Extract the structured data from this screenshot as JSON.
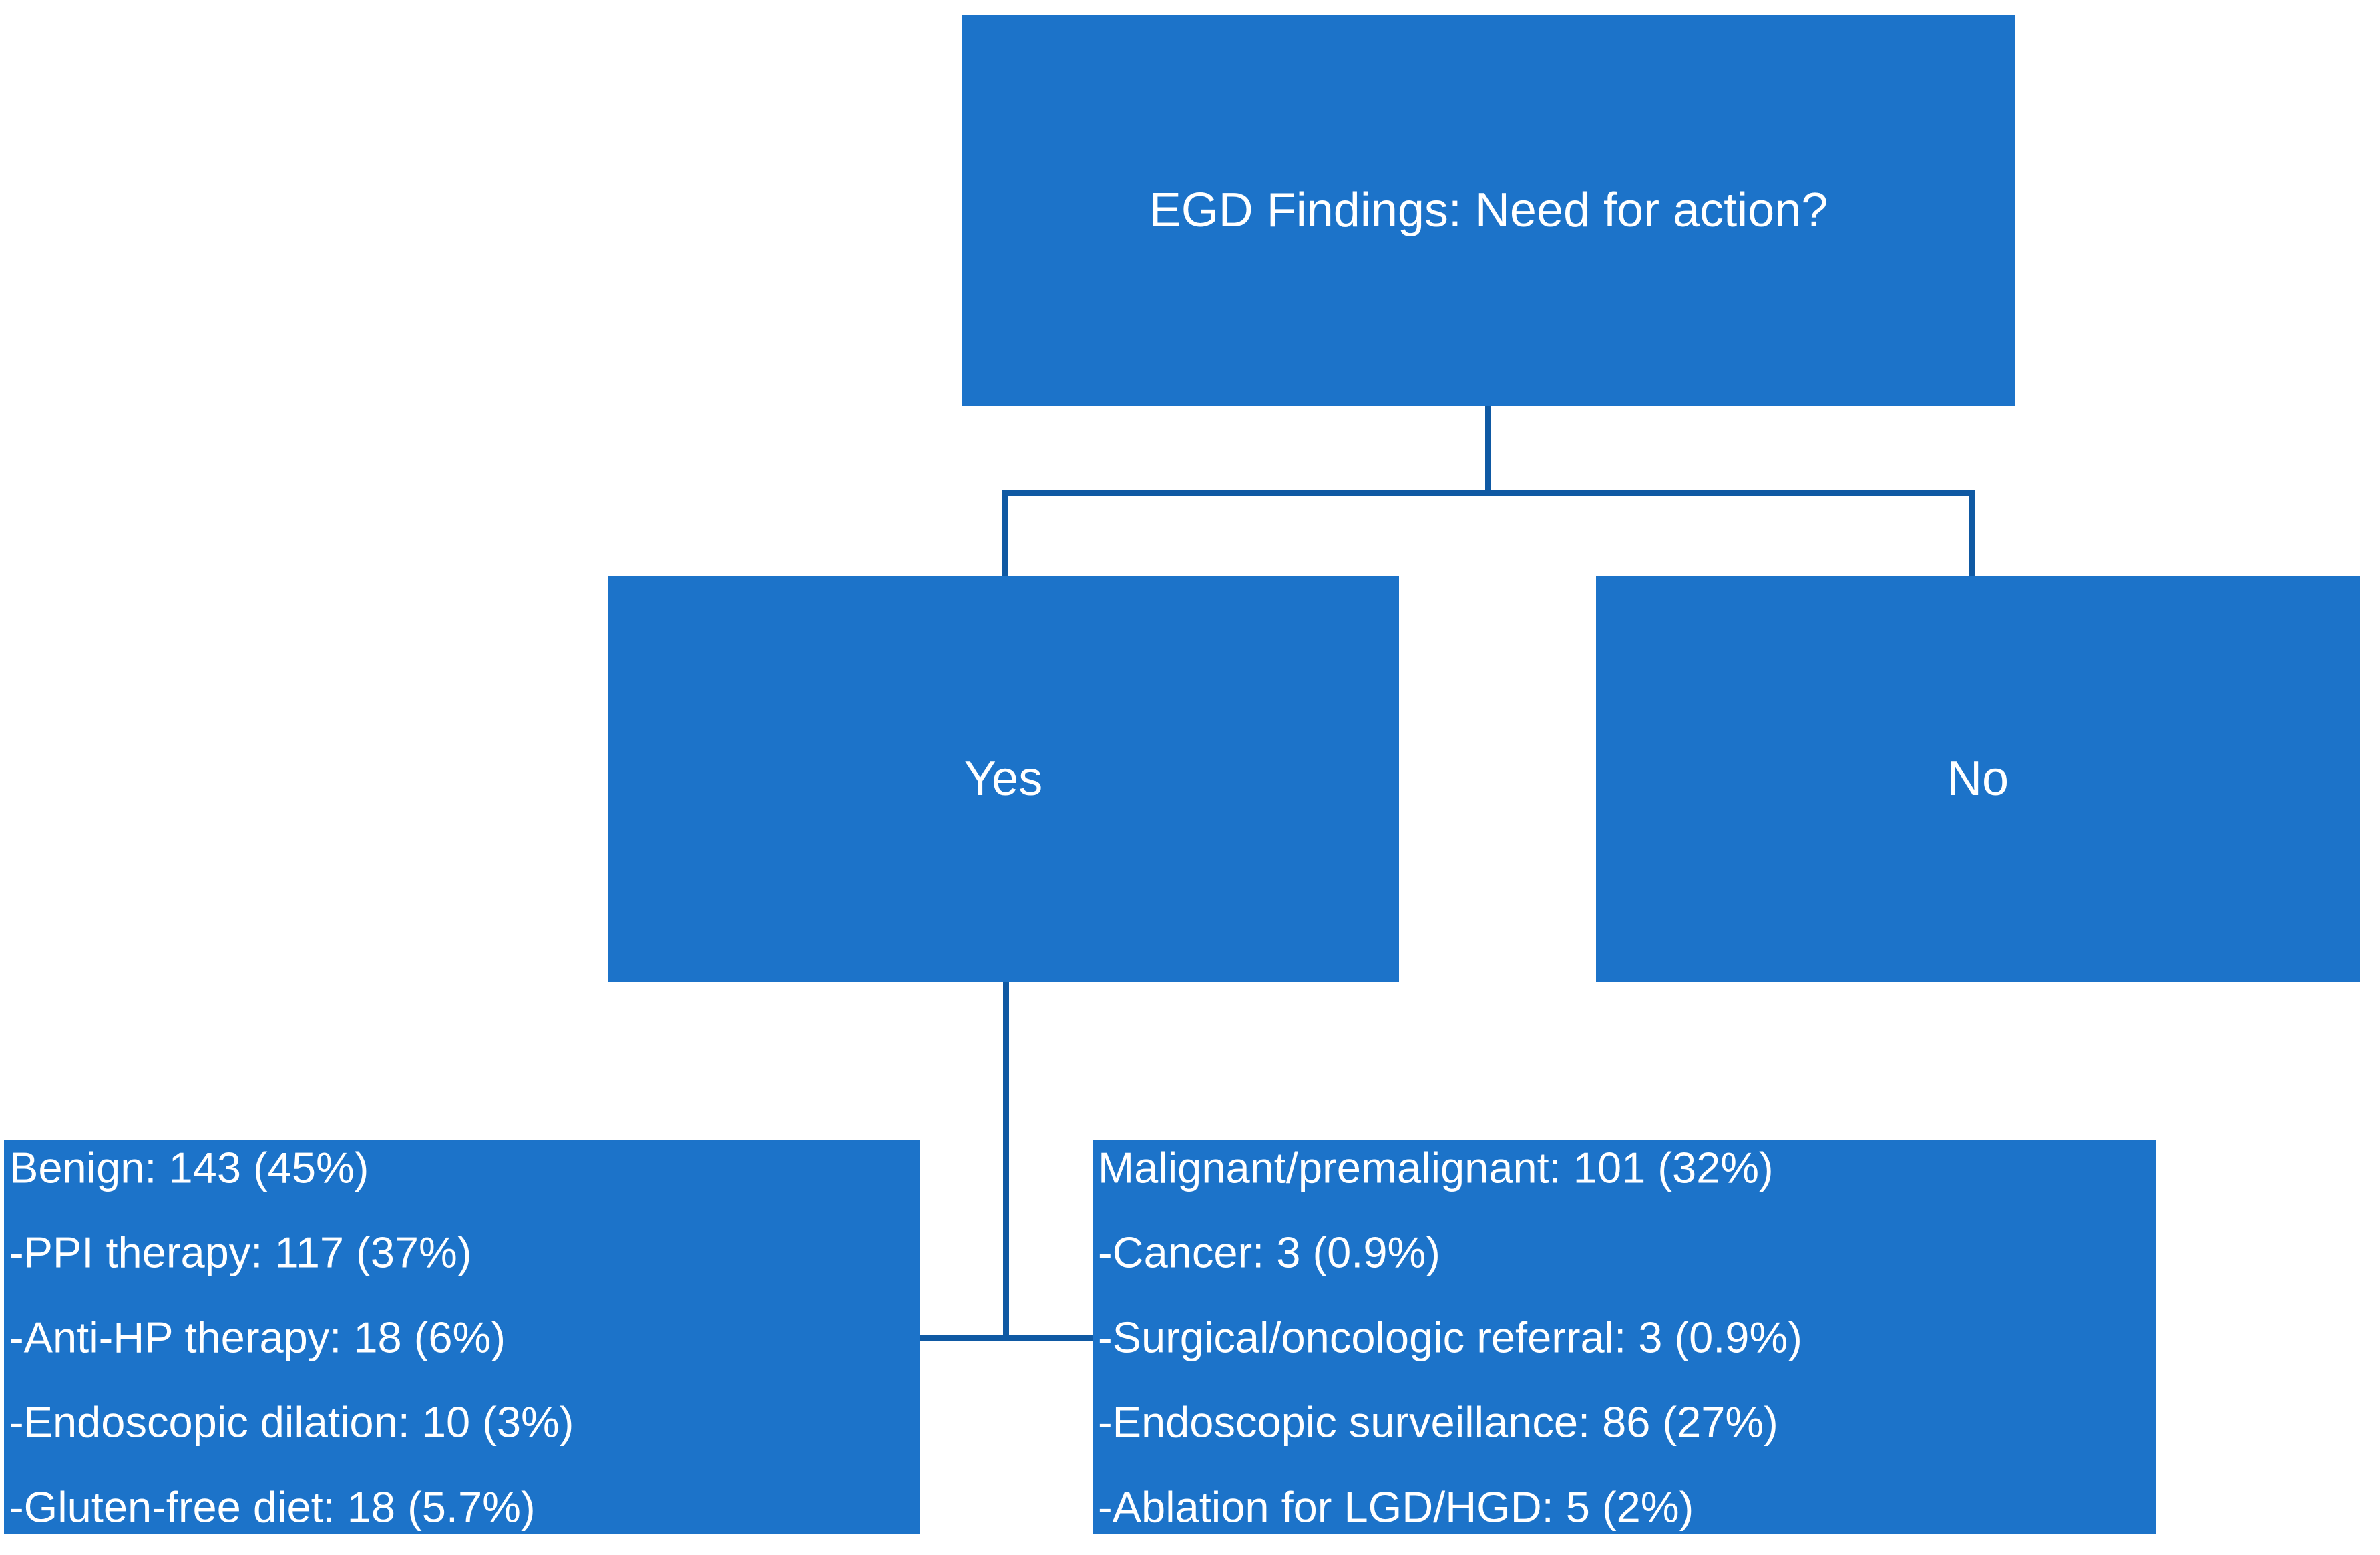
{
  "colors": {
    "background": "#FFFFFF",
    "box_fill": "#1C73C9",
    "connector": "#0F59A3",
    "text": "#FFFFFF"
  },
  "nodes": {
    "root": {
      "label": "EGD Findings: Need for action?"
    },
    "yes": {
      "label": "Yes"
    },
    "no": {
      "label": "No"
    },
    "benign": {
      "lines": [
        "Benign: 143 (45%)",
        "-PPI therapy: 117 (37%)",
        "-Anti-HP therapy: 18 (6%)",
        "-Endoscopic dilation: 10 (3%)",
        "-Gluten-free diet: 18 (5.7%)"
      ]
    },
    "malignant": {
      "lines": [
        "Malignant/premalignant: 101 (32%)",
        "-Cancer: 3 (0.9%)",
        "-Surgical/oncologic referral: 3 (0.9%)",
        "-Endoscopic surveillance: 86 (27%)",
        "-Ablation for LGD/HGD: 5 (2%)"
      ]
    }
  }
}
